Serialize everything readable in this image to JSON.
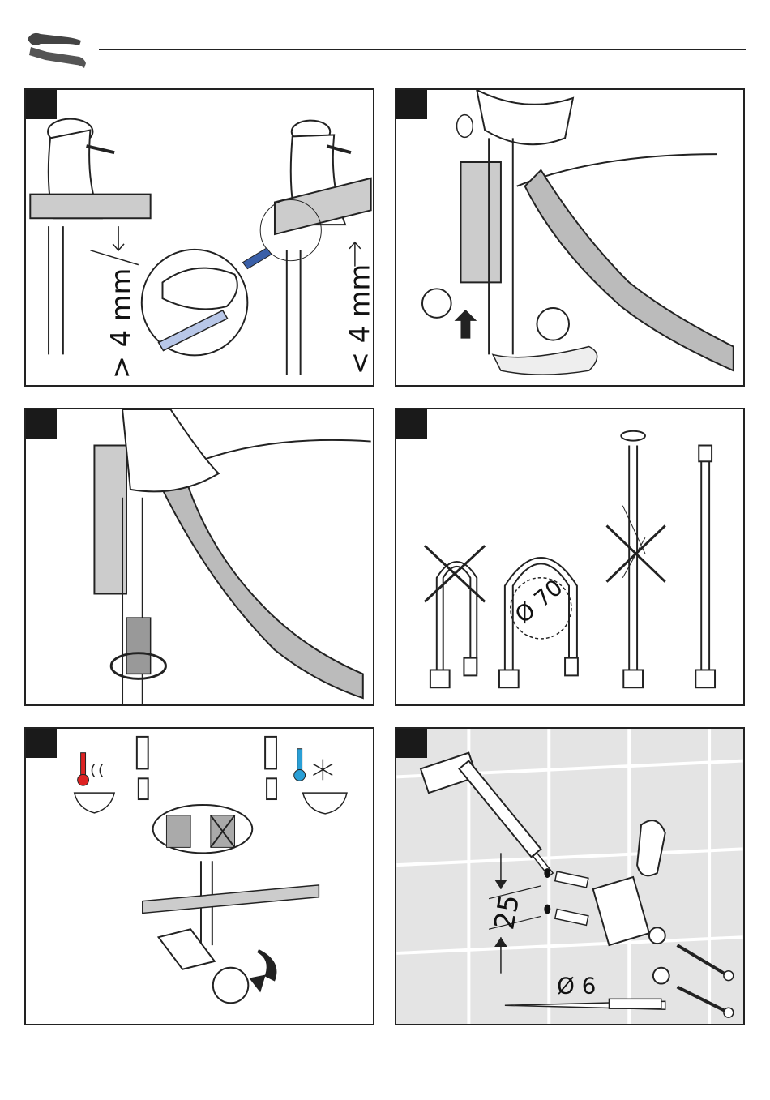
{
  "header": {
    "icon": "wrench-screwdriver-icon"
  },
  "panels": [
    {
      "id": 1,
      "labels": {
        "left_dim": "> 4 mm",
        "right_dim": "< 4 mm"
      }
    },
    {
      "id": 2
    },
    {
      "id": 3
    },
    {
      "id": 4,
      "labels": {
        "bend_diameter": "Ø 70"
      }
    },
    {
      "id": 5,
      "icons": [
        "thermometer-hot-icon",
        "thermometer-cold-icon",
        "snowflake-icon"
      ]
    },
    {
      "id": 6,
      "labels": {
        "distance": "25",
        "drill_diameter": "Ø 6"
      }
    }
  ]
}
